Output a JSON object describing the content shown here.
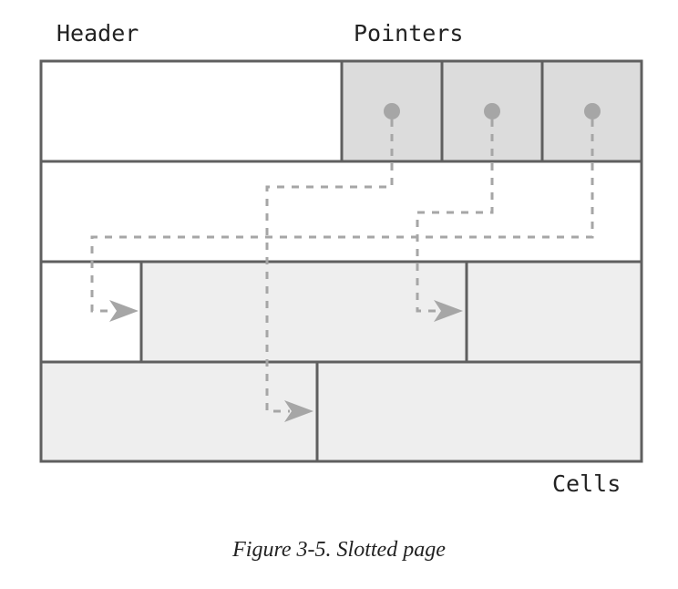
{
  "labels": {
    "header": "Header",
    "pointers": "Pointers",
    "cells": "Cells"
  },
  "caption": "Figure 3-5. Slotted page",
  "colors": {
    "border": "#5f5f5f",
    "pointer_fill": "#dcdcdc",
    "cell_fill": "#eeeeee",
    "arrow": "#a6a6a6"
  }
}
